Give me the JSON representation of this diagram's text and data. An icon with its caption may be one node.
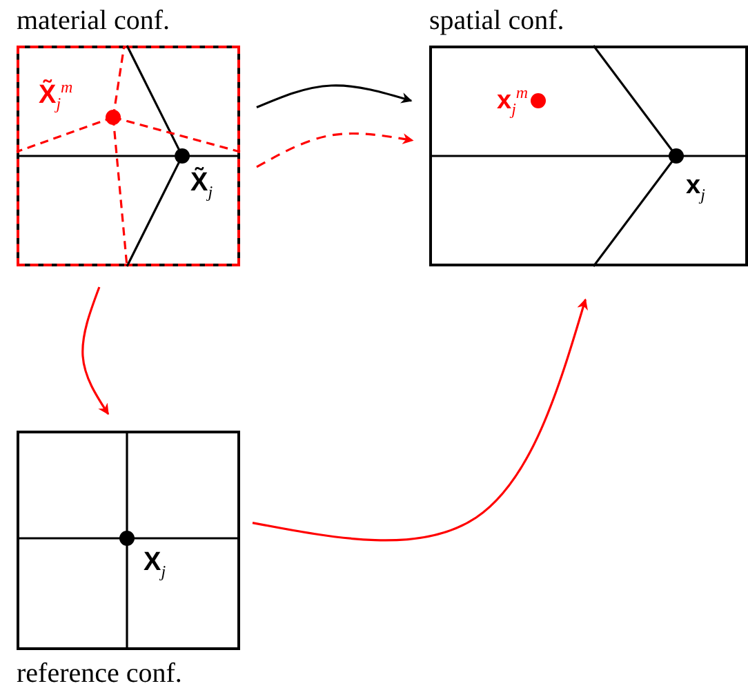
{
  "diagram": {
    "nodes": [
      {
        "text": [
          "material conf."
        ]
      },
      {
        "text": [
          "spatial conf."
        ]
      },
      {
        "text": [
          "reference conf."
        ]
      }
    ],
    "edges": [
      {
        "from": 0,
        "to": 1,
        "arrow": "to",
        "color": "#000000"
      },
      {
        "from": 0,
        "to": 1,
        "arrow": "to",
        "style": "dashed"
      },
      {
        "from": 0,
        "to": 2,
        "arrow": "to"
      },
      {
        "from": 2,
        "to": 1,
        "arrow": "to"
      }
    ],
    "labels": [
      "**X̃**$_{j}$$^{m}$",
      "**X̃**$_{j}$",
      "**x**$_{j}$$^{m}$",
      "**x**$_{j}$",
      "**X**$_{j}$"
    ]
  }
}
